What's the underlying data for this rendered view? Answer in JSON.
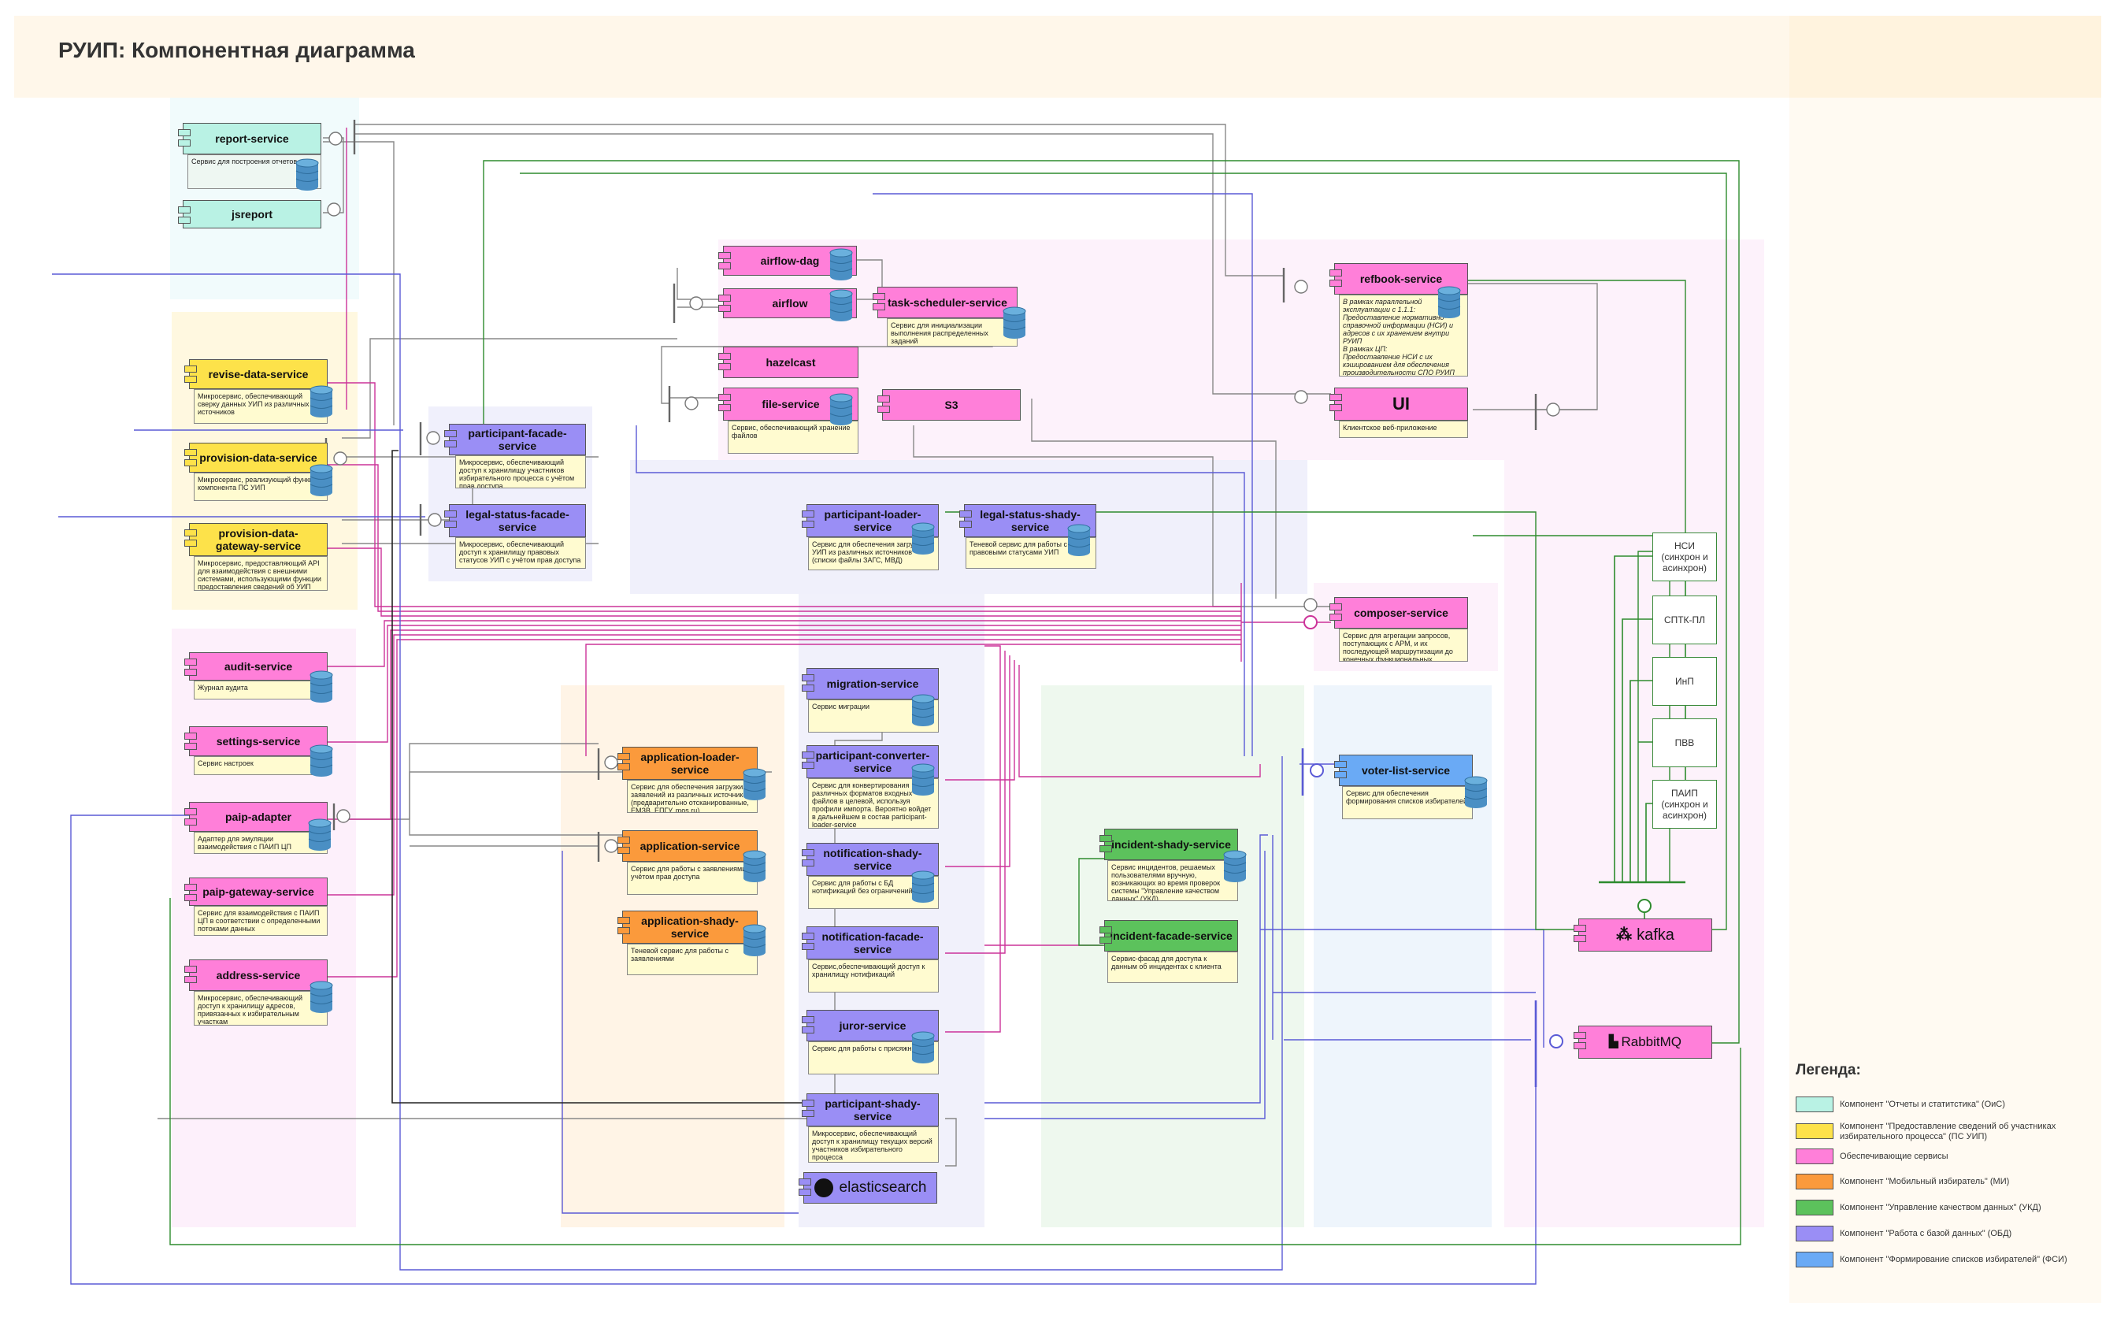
{
  "title": "РУИП: Компонентная диаграмма",
  "components": {
    "report_service": {
      "name": "report-service",
      "desc": "Сервис для построения отчетов"
    },
    "jsreport": {
      "name": "jsreport"
    },
    "revise_data_service": {
      "name": "revise-data-service",
      "desc": "Микросервис, обеспечивающий сверку данных УИП из различных источников"
    },
    "provision_data_service": {
      "name": "provision-data-service",
      "desc": "Микросервис, реализующий функции компонента ПС УИП"
    },
    "provision_data_gateway_service": {
      "name": "provision-data-\ngateway-service",
      "desc": "Микросервис, предоставляющий API для взаимодействия с внешними системами, использующими функции предоставления сведений об УИП"
    },
    "audit_service": {
      "name": "audit-service",
      "desc": "Журнал аудита"
    },
    "settings_service": {
      "name": "settings-service",
      "desc": "Сервис настроек"
    },
    "paip_adapter": {
      "name": "paip-adapter",
      "desc": "Адаптер для эмуляции взаимодействия с ПАИП ЦП"
    },
    "paip_gateway_service": {
      "name": "paip-gateway-service",
      "desc": "Сервис для взаимодействия с ПАИП ЦП в соответствии с определенными потоками данных"
    },
    "address_service": {
      "name": "address-service",
      "desc": "Микросервис, обеспечивающий доступ к хранилищу адресов, привязанных к избирательным участкам"
    },
    "participant_facade_service": {
      "name": "participant-facade-\nservice",
      "desc": "Микросервис, обеспечивающий доступ к хранилищу участников избирательного процесса с учётом прав доступа"
    },
    "legal_status_facade_service": {
      "name": "legal-status-facade-\nservice",
      "desc": "Микросервис, обеспечивающий доступ к хранилищу правовых статусов УИП с учётом прав доступа"
    },
    "airflow_dag": {
      "name": "airflow-dag"
    },
    "airflow": {
      "name": "airflow"
    },
    "task_scheduler_service": {
      "name": "task-scheduler-service",
      "desc": "Сервис для инициализации выполнения распределенных заданий"
    },
    "hazelcast": {
      "name": "hazelcast"
    },
    "file_service": {
      "name": "file-service",
      "desc": "Сервис, обеспечивающий хранение файлов"
    },
    "s3": {
      "name": "S3"
    },
    "refbook_service": {
      "name": "refbook-service",
      "desc": "В рамках параллельной эксплуатации с 1.1.1:\n    Предоставление нормативно-справочной информации (НСИ) и адресов с их хранением внутри РУИП\nВ рамках ЦП:\n    Предоставление НСИ с их кэшированием для обеспечения производительности СПО РУИП"
    },
    "ui": {
      "name": "UI",
      "desc": "Клиентское веб-приложение"
    },
    "participant_loader_service": {
      "name": "participant-loader-\nservice",
      "desc": "Сервис для обеспечения загрузки УИП из различных источников (списки файлы ЗАГС, МВД)"
    },
    "legal_status_shady_service": {
      "name": "legal-status-shady-\nservice",
      "desc": "Теневой сервис для работы с правовыми статусами УИП"
    },
    "composer_service": {
      "name": "composer-service",
      "desc": "Сервис для агрегации запросов, поступающих с АРМ, и их последующей маршрутизации до конечных функциональных сервисов"
    },
    "migration_service": {
      "name": "migration-service",
      "desc": "Сервис миграции"
    },
    "participant_converter_service": {
      "name": "participant-converter-\nservice",
      "desc": "Сервис для конвертирования различных форматов входных файлов в целевой, используя профили импорта. Вероятно войдет в дальнейшем в состав participant-loader-service"
    },
    "notification_shady_service": {
      "name": "notification-shady-\nservice",
      "desc": "Сервис для работы с БД нотификаций без ограничений"
    },
    "notification_facade_service": {
      "name": "notification-facade-\nservice",
      "desc": "Сервис,обеспечивающий доступ к хранилищу нотификаций"
    },
    "juror_service": {
      "name": "juror-service",
      "desc": "Сервис для работы с присяжными"
    },
    "participant_shady_service": {
      "name": "participant-shady-\nservice",
      "desc": "Микросервис, обеспечивающий доступ к хранилищу текущих версий участников избирательного процесса"
    },
    "elasticsearch": {
      "name": "elasticsearch"
    },
    "application_loader_service": {
      "name": "application-loader-\nservice",
      "desc": "Сервис для обеспечения загрузки заявлений из различных источников (предварительно отсканированные, ЕМЗВ, ЕПГУ, mos.ru)"
    },
    "application_service": {
      "name": "application-service",
      "desc": "Сервис для работы с заявлениями с учётом прав доступа"
    },
    "application_shady_service": {
      "name": "application-shady-\nservice",
      "desc": "Теневой сервис для работы с заявлениями"
    },
    "incident_shady_service": {
      "name": "incident-shady-service",
      "desc": "Сервис инцидентов, решаемых пользователями вручную, возникающих во время проверок системы \"Управление качеством данных\" (УКД)"
    },
    "incident_facade_service": {
      "name": "incident-facade-service",
      "desc": "Сервис-фасад для доступа к данным об инцидентах с клиента"
    },
    "voter_list_service": {
      "name": "voter-list-service",
      "desc": "Сервис для обеспечения формирования списков избирателей"
    },
    "kafka": {
      "name": "kafka"
    },
    "rabbitmq": {
      "name": "RabbitMQ"
    }
  },
  "external_systems": [
    "НСИ\n(синхрон и\nасинхрон)",
    "СПТК-ПЛ",
    "ИнП",
    "ПВВ",
    "ПАИП\n(синхрон и\nасинхрон)"
  ],
  "legend": {
    "title": "Легенда:",
    "items": [
      {
        "label": "Компонент \"Отчеты и статитстика\" (ОиС)",
        "color": "#b9f2e4"
      },
      {
        "label": "Компонент \"Предоставление сведений об участниках избирательного процесса\" (ПС УИП)",
        "color": "#fde24a"
      },
      {
        "label": "Обеспечивающие сервисы",
        "color": "#ff7fd9"
      },
      {
        "label": "Компонент \"Мобильный избиратель\" (МИ)",
        "color": "#fb9a3c"
      },
      {
        "label": "Компонент \"Управление качеством данных\" (УКД)",
        "color": "#5cc25c"
      },
      {
        "label": "Компонент \"Работа с базой данных\" (ОБД)",
        "color": "#9a8ef5"
      },
      {
        "label": "Компонент \"Формирование списков избирателей\" (ФСИ)",
        "color": "#6aaaf5"
      }
    ]
  },
  "colors": {
    "ois": "#b9f2e4",
    "ps_uip": "#fde24a",
    "support": "#ff7fd9",
    "mi": "#fb9a3c",
    "ukd": "#5cc25c",
    "obd": "#9a8ef5",
    "fsi": "#6aaaf5",
    "db": "#4a8fc4"
  }
}
